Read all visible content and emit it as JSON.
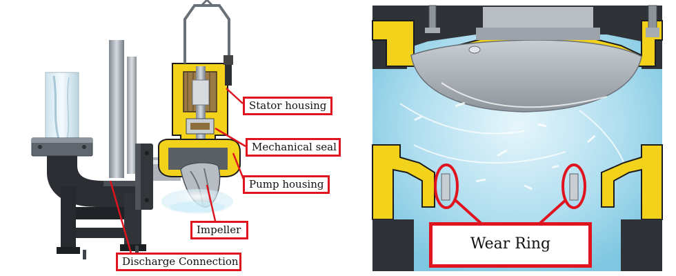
{
  "diagram": {
    "labels": {
      "stator_housing": "Stator housing",
      "mechanical_seal": "Mechanical seal",
      "pump_housing": "Pump housing",
      "impeller": "Impeller",
      "discharge_connection": "Discharge Connection",
      "wear_ring": "Wear Ring"
    },
    "colors": {
      "callout": "#e0141e",
      "housing_yellow": "#f2d21b",
      "casing_dark": "#2b2e33",
      "water": "#8fd2ea",
      "metal": "#b9bfc6"
    }
  }
}
